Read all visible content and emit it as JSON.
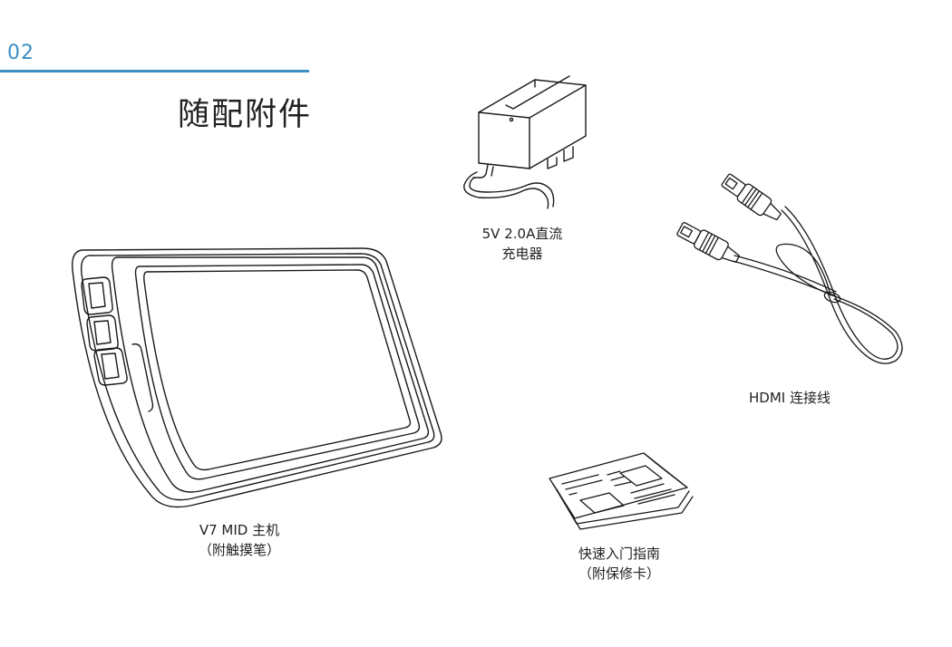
{
  "header": {
    "page_number": "02",
    "title": "随配附件",
    "accent_color": "#3b8fc2"
  },
  "items": [
    {
      "icon": "tablet-illustration",
      "caption_line1": "V7 MID 主机",
      "caption_line2": "（附触摸笔）"
    },
    {
      "icon": "charger-illustration",
      "caption_line1": "5V 2.0A直流",
      "caption_line2": "充电器"
    },
    {
      "icon": "hdmi-cable-illustration",
      "caption_line1": "HDMI 连接线"
    },
    {
      "icon": "quick-guide-illustration",
      "caption_line1": "快速入门指南",
      "caption_line2": "（附保修卡）"
    }
  ]
}
